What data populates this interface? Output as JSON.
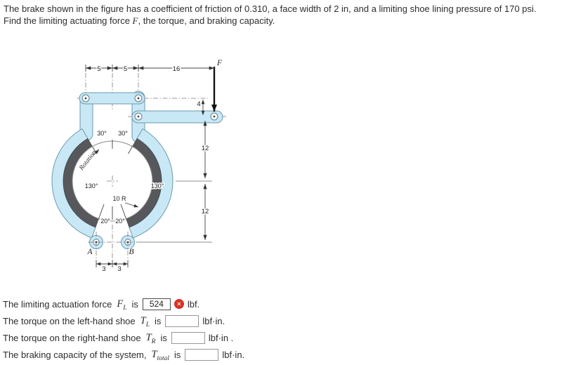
{
  "problem": {
    "line1": "The brake shown in the figure has a coefficient of friction of 0.310, a face width of 2 in, and a limiting shoe lining pressure of 170 psi.",
    "line2_pre": "Find the limiting actuating force ",
    "line2_symbol": "F",
    "line2_post": ", the torque, and braking capacity."
  },
  "figure": {
    "labels": {
      "dim5a": "5",
      "dim5b": "5",
      "dim16": "16",
      "force": "F",
      "dim4": "4",
      "dim12a": "12",
      "dim12b": "12",
      "a30a": "30°",
      "a30b": "30°",
      "a130a": "130°",
      "a130b": "130°",
      "r10": "10 R",
      "a20a": "20°",
      "a20b": "20°",
      "rotation": "Rotation",
      "pinA": "A",
      "pinB": "B",
      "dim3a": "3",
      "dim3b": "3"
    },
    "colors": {
      "body": "#c9e8f5",
      "outline": "#6b98ad",
      "lining": "#57585c",
      "incorrect": "#d93025"
    }
  },
  "icons": {
    "incorrect": "✕"
  },
  "answers": [
    {
      "prefix": "The limiting actuation force",
      "symbol": "F",
      "subscript": "L",
      "mid": "is",
      "value": "524",
      "suffix": "lbf.",
      "status": "incorrect"
    },
    {
      "prefix": "The torque on the left-hand shoe",
      "symbol": "T",
      "subscript": "L",
      "mid": "is",
      "value": "",
      "suffix": "lbf·in.",
      "status": "empty"
    },
    {
      "prefix": "The torque on the right-hand shoe",
      "symbol": "T",
      "subscript": "R",
      "mid": "is",
      "value": "",
      "suffix": "lbf·in .",
      "status": "empty"
    },
    {
      "prefix": "The braking capacity of the system,",
      "symbol": "T",
      "subscript": "total",
      "mid": "is",
      "value": "",
      "suffix": "lbf·in.",
      "status": "empty"
    }
  ]
}
